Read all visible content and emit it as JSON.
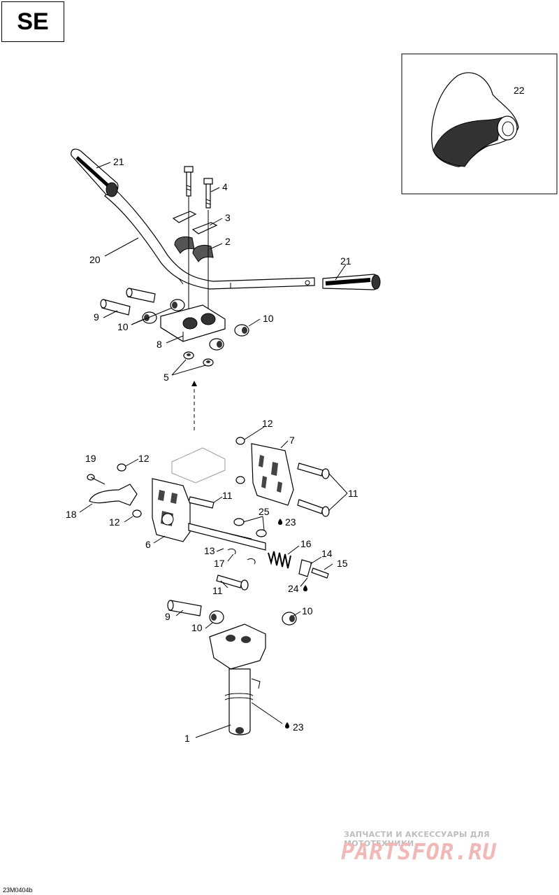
{
  "model_badge": "SE",
  "reference_code": "23M0404b",
  "watermark": {
    "tagline": "ЗАПЧАСТИ И АКСЕССУАРЫ ДЛЯ МОТОТЕХНИКИ",
    "brand": "PARTSFOR.RU"
  },
  "callouts": [
    {
      "id": "c22",
      "label": "22"
    },
    {
      "id": "c21a",
      "label": "21"
    },
    {
      "id": "c4",
      "label": "4"
    },
    {
      "id": "c3",
      "label": "3"
    },
    {
      "id": "c2",
      "label": "2"
    },
    {
      "id": "c20",
      "label": "20"
    },
    {
      "id": "c21b",
      "label": "21"
    },
    {
      "id": "c9a",
      "label": "9"
    },
    {
      "id": "c10a",
      "label": "10"
    },
    {
      "id": "c10b",
      "label": "10"
    },
    {
      "id": "c8",
      "label": "8"
    },
    {
      "id": "c5",
      "label": "5"
    },
    {
      "id": "c12a",
      "label": "12"
    },
    {
      "id": "c7",
      "label": "7"
    },
    {
      "id": "c19",
      "label": "19"
    },
    {
      "id": "c12b",
      "label": "12"
    },
    {
      "id": "c11a",
      "label": "11"
    },
    {
      "id": "c11b",
      "label": "11"
    },
    {
      "id": "c18",
      "label": "18"
    },
    {
      "id": "c25",
      "label": "25"
    },
    {
      "id": "c23a",
      "label": "23"
    },
    {
      "id": "c12c",
      "label": "12"
    },
    {
      "id": "c6",
      "label": "6"
    },
    {
      "id": "c13",
      "label": "13"
    },
    {
      "id": "c16",
      "label": "16"
    },
    {
      "id": "c14",
      "label": "14"
    },
    {
      "id": "c17",
      "label": "17"
    },
    {
      "id": "c15",
      "label": "15"
    },
    {
      "id": "c24",
      "label": "24"
    },
    {
      "id": "c11c",
      "label": "11"
    },
    {
      "id": "c9b",
      "label": "9"
    },
    {
      "id": "c10c",
      "label": "10"
    },
    {
      "id": "c10d",
      "label": "10"
    },
    {
      "id": "c1",
      "label": "1"
    },
    {
      "id": "c23b",
      "label": "23"
    }
  ]
}
